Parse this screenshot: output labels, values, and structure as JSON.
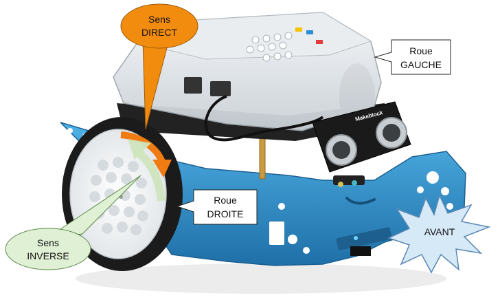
{
  "brand": "Makeblock",
  "colors": {
    "robot_blue": "#2f95cf",
    "callout_orange": "#f28c0f",
    "arrow_orange": "#f07b12",
    "callout_green": "#dff0d4",
    "arrow_green": "#d6eac6",
    "burst_fill": "#d6e9f7",
    "burst_stroke": "#5b87b5"
  },
  "callouts": {
    "direct": {
      "line1": "Sens",
      "line2": "DIRECT"
    },
    "inverse": {
      "line1": "Sens",
      "line2": "INVERSE"
    },
    "left_wheel": {
      "line1": "Roue",
      "line2": "GAUCHE"
    },
    "right_wheel": {
      "line1": "Roue",
      "line2": "DROITE"
    },
    "forward": {
      "label": "AVANT"
    }
  }
}
